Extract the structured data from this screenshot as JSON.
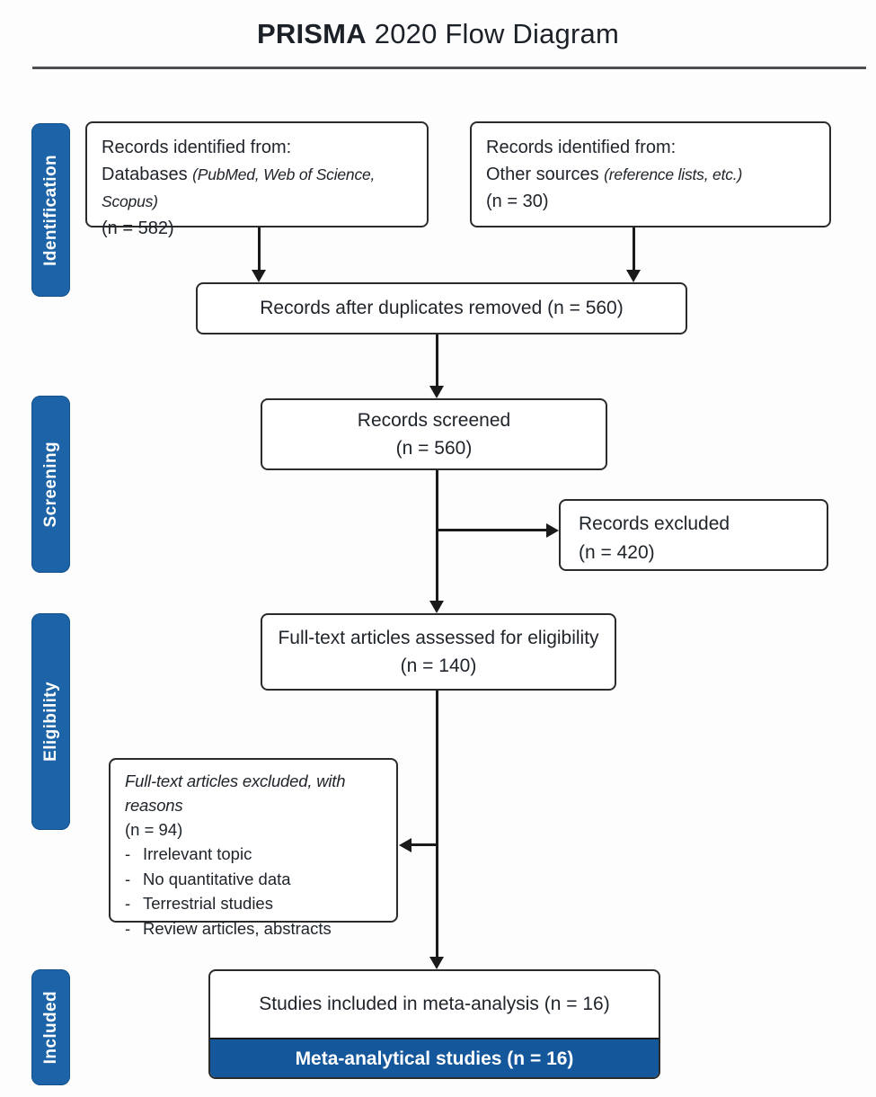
{
  "title": {
    "brand": "PRISMA",
    "suffix": "2020 Flow Diagram"
  },
  "colors": {
    "stage_blue": "#1c64a7",
    "included_bar_blue": "#15579b",
    "box_border": "#2b2b2b",
    "arrow_black": "#1a1a1a",
    "title_text": "#1c2128"
  },
  "stages": [
    {
      "label": "Identification"
    },
    {
      "label": "Screening"
    },
    {
      "label": "Eligibility"
    },
    {
      "label": "Included"
    }
  ],
  "boxes": {
    "identified_databases": {
      "line1": "Records identified from:",
      "line2": "Databases ",
      "line2_detail": "(PubMed, Web of Science, Scopus)",
      "count": "(n = 582)"
    },
    "identified_other": {
      "line1": "Records identified from:",
      "line2": "Other sources ",
      "line2_detail": "(reference lists, etc.)",
      "count": "(n = 30)"
    },
    "duplicates_removed": {
      "text": "Records after duplicates removed (n = 560)"
    },
    "records_screened": {
      "line1": "Records screened",
      "count": "(n = 560)"
    },
    "records_excluded": {
      "line1": "Records excluded",
      "count": "(n = 420)"
    },
    "fulltext_assessed": {
      "line1": "Full-text articles assessed for eligibility",
      "count": "(n = 140)"
    },
    "fulltext_excluded": {
      "line1": "Full-text articles excluded, with reasons",
      "count": "(n = 94)",
      "bullet": "-",
      "reasons": [
        "Irrelevant topic",
        "No quantitative data",
        "Terrestrial studies",
        "Review articles, abstracts"
      ]
    },
    "included_studies": {
      "line1": "Studies included in meta-analysis (n = 16)",
      "bar": "Meta-analytical studies (n = 16)"
    }
  }
}
